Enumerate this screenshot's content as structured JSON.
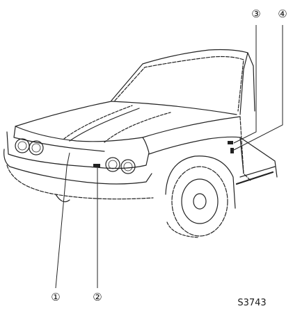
{
  "figure": {
    "code": "S3743",
    "subject": "car-front-three-quarter-view",
    "line_color": "#222222",
    "callouts": [
      {
        "id": "c1",
        "label": "①"
      },
      {
        "id": "c2",
        "label": "②"
      },
      {
        "id": "c3",
        "label": "③"
      },
      {
        "id": "c4",
        "label": "④"
      }
    ]
  }
}
